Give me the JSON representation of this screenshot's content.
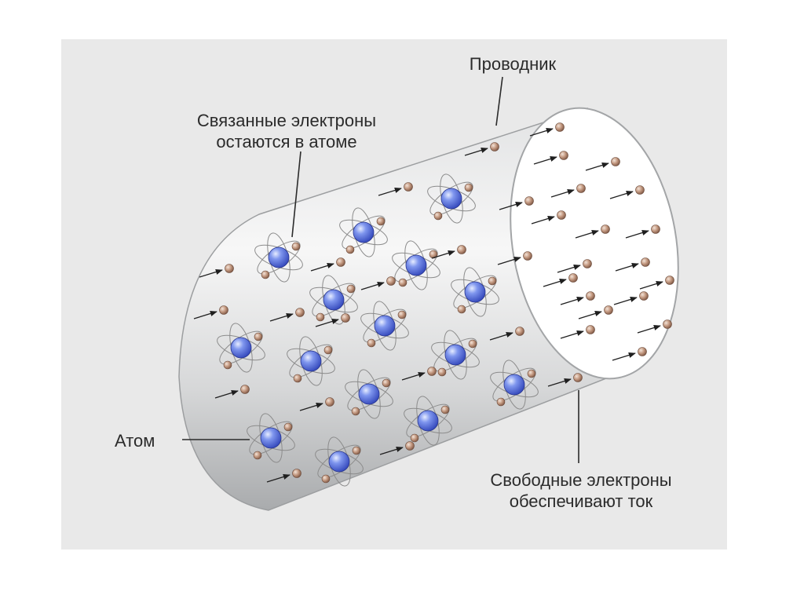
{
  "labels": {
    "conductor": "Проводник",
    "bound_electrons": [
      "Связанные электроны",
      "остаются в атоме"
    ],
    "atom": "Атом",
    "free_electrons": [
      "Свободные электроны",
      "обеспечивают ток"
    ]
  },
  "colors": {
    "panel": "#e9e9e9",
    "cylinder_light": "#f4f4f4",
    "cylinder_dark": "#b9bbbd",
    "end_face": "#ffffff",
    "nucleus": "#4a63d6",
    "electron": "#b38a74",
    "orbit": "#8c8c8c",
    "leader": "#2b2b2b"
  },
  "icons": {
    "atom": "atom-icon",
    "electron": "electron-icon",
    "arrow": "arrow-right-icon"
  }
}
